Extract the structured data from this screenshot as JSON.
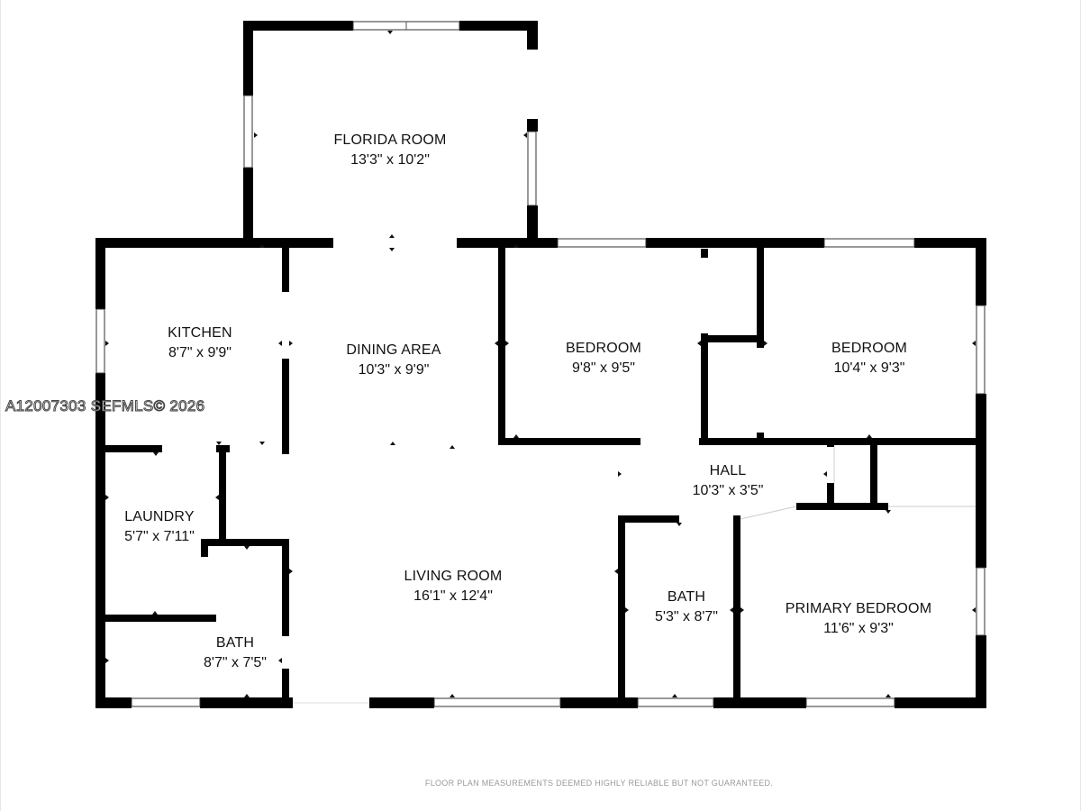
{
  "rooms": [
    {
      "id": "florida-room",
      "name": "FLORIDA ROOM",
      "dims": "13'3\" x 10'2\""
    },
    {
      "id": "kitchen",
      "name": "KITCHEN",
      "dims": "8'7\" x 9'9\""
    },
    {
      "id": "dining-area",
      "name": "DINING AREA",
      "dims": "10'3\" x 9'9\""
    },
    {
      "id": "bedroom-1",
      "name": "BEDROOM",
      "dims": "9'8\" x 9'5\""
    },
    {
      "id": "bedroom-2",
      "name": "BEDROOM",
      "dims": "10'4\" x 9'3\""
    },
    {
      "id": "hall",
      "name": "HALL",
      "dims": "10'3\" x 3'5\""
    },
    {
      "id": "laundry",
      "name": "LAUNDRY",
      "dims": "5'7\" x 7'11\""
    },
    {
      "id": "living-room",
      "name": "LIVING ROOM",
      "dims": "16'1\" x 12'4\""
    },
    {
      "id": "bath-2",
      "name": "BATH",
      "dims": "5'3\" x 8'7\""
    },
    {
      "id": "primary-bedroom",
      "name": "PRIMARY BEDROOM",
      "dims": "11'6\" x 9'3\""
    },
    {
      "id": "bath-1",
      "name": "BATH",
      "dims": "8'7\" x 7'5\""
    }
  ],
  "watermark": "A12007303  SEFMLS© 2026",
  "disclaimer": "FLOOR PLAN MEASUREMENTS DEEMED HIGHLY RELIABLE BUT NOT GUARANTEED.",
  "colors": {
    "wall": "#000000",
    "background": "#ffffff",
    "disclaimer": "#999999"
  }
}
